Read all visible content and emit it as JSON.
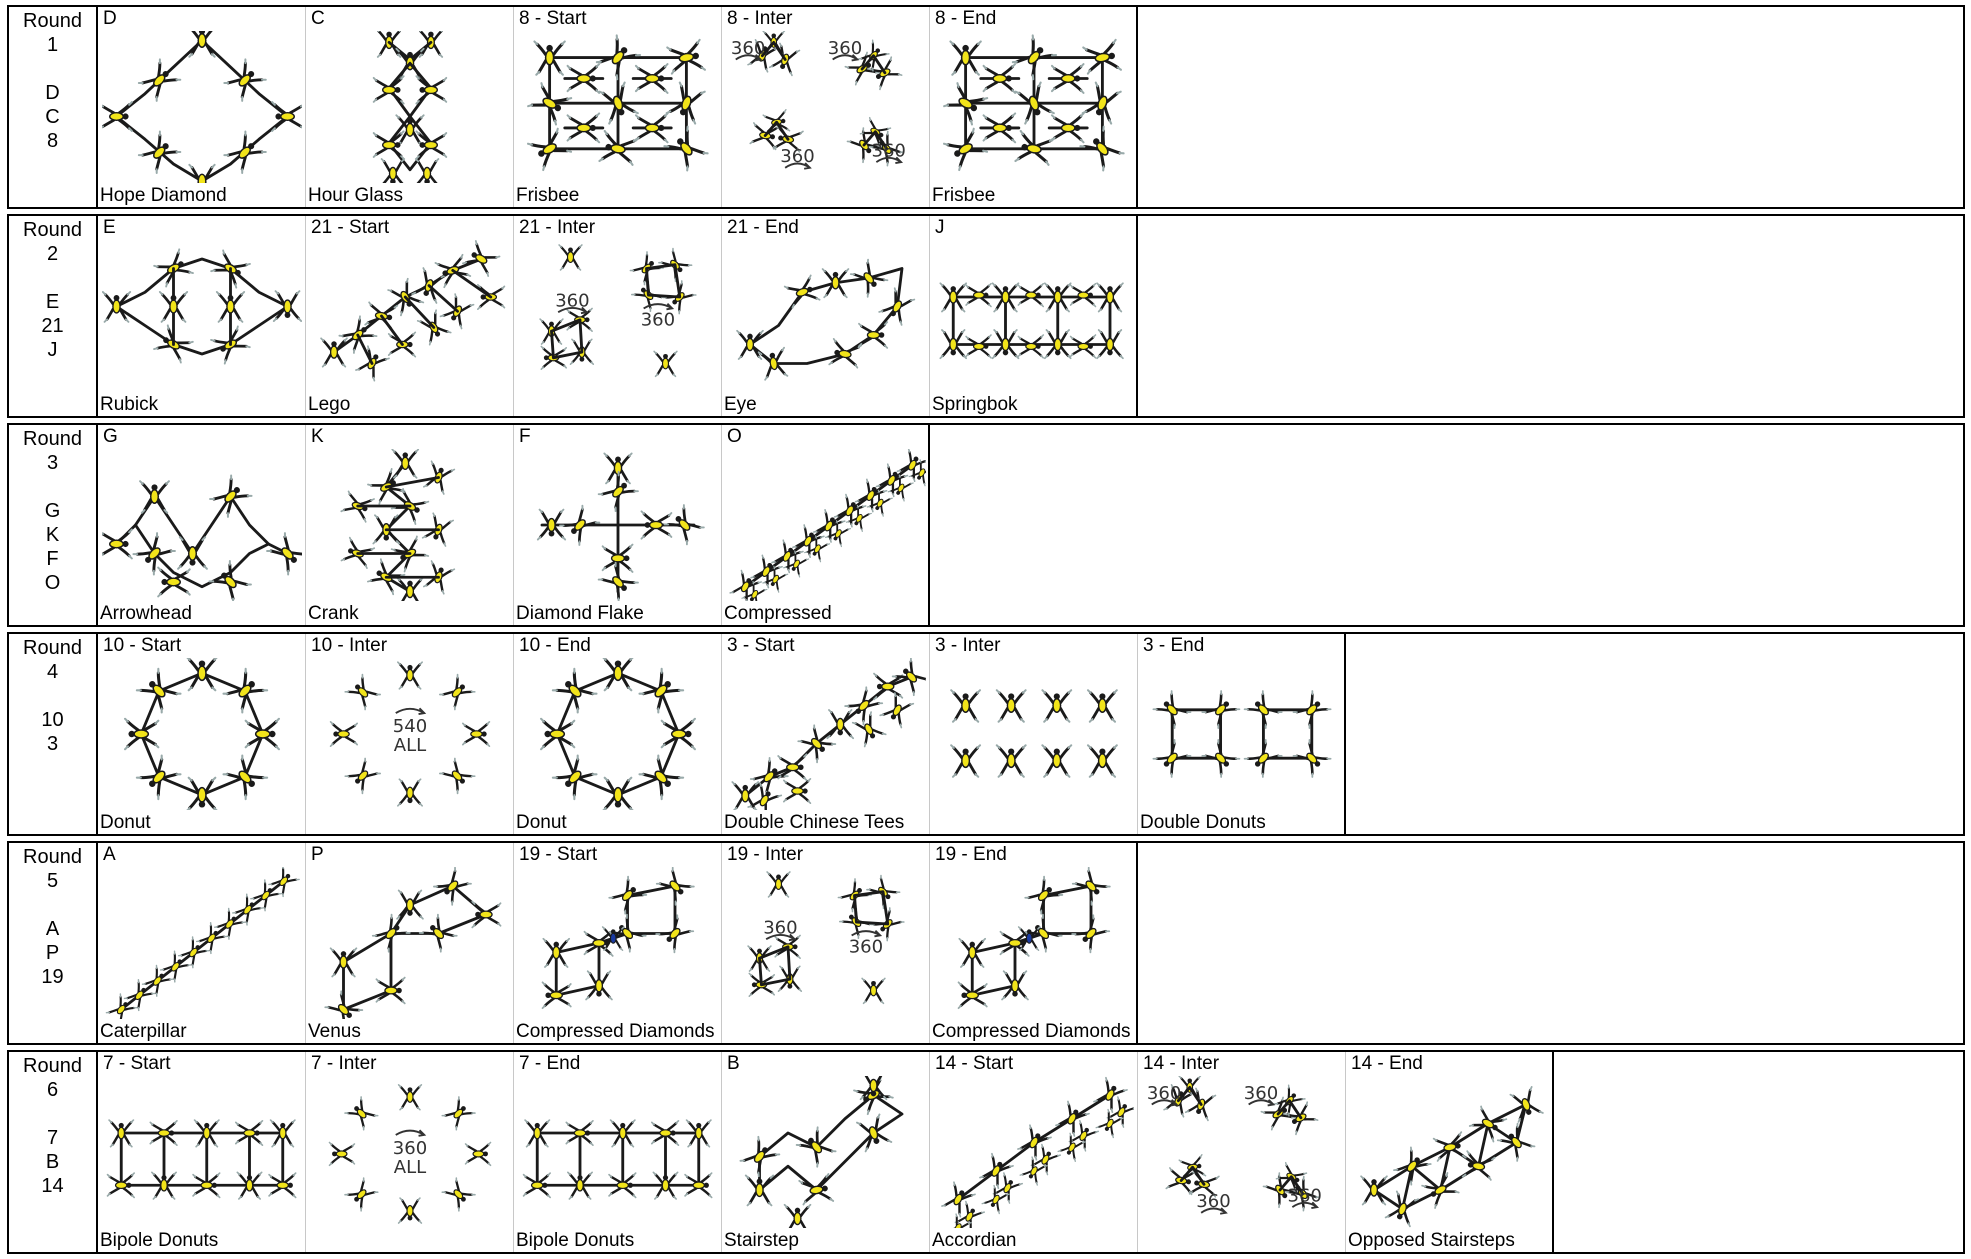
{
  "rounds": [
    {
      "label": [
        "Round",
        "1",
        "",
        "D",
        "C",
        "8"
      ],
      "cells": [
        {
          "title": "D",
          "name": "Hope Diamond",
          "icon": "hope-diamond-formation"
        },
        {
          "title": "C",
          "name": "Hour Glass",
          "icon": "hour-glass-formation"
        },
        {
          "title": "8 - Start",
          "name": "Frisbee",
          "icon": "frisbee-formation"
        },
        {
          "title": "8 - Inter",
          "name": "",
          "icon": "rotation-360-four-groups",
          "rotations": [
            "360",
            "360",
            "360",
            "360"
          ]
        },
        {
          "title": "8 - End",
          "name": "Frisbee",
          "icon": "frisbee-formation"
        }
      ]
    },
    {
      "label": [
        "Round",
        "2",
        "",
        "E",
        "21",
        "J"
      ],
      "cells": [
        {
          "title": "E",
          "name": "Rubick",
          "icon": "rubick-formation"
        },
        {
          "title": "21 - Start",
          "name": "Lego",
          "icon": "lego-formation"
        },
        {
          "title": "21 - Inter",
          "name": "",
          "icon": "rotation-360-two-groups",
          "rotations": [
            "360",
            "360"
          ]
        },
        {
          "title": "21 - End",
          "name": "Eye",
          "icon": "eye-formation"
        },
        {
          "title": "J",
          "name": "Springbok",
          "icon": "springbok-formation"
        }
      ]
    },
    {
      "label": [
        "Round",
        "3",
        "",
        "G",
        "K",
        "F",
        "O"
      ],
      "cells": [
        {
          "title": "G",
          "name": "Arrowhead",
          "icon": "arrowhead-formation"
        },
        {
          "title": "K",
          "name": "Crank",
          "icon": "crank-formation"
        },
        {
          "title": "F",
          "name": "Diamond Flake",
          "icon": "diamond-flake-formation"
        },
        {
          "title": "O",
          "name": "Compressed",
          "icon": "compressed-formation"
        }
      ]
    },
    {
      "label": [
        "Round",
        "4",
        "",
        "10",
        "3"
      ],
      "cells": [
        {
          "title": "10 - Start",
          "name": "Donut",
          "icon": "donut-formation"
        },
        {
          "title": "10 - Inter",
          "name": "",
          "icon": "rotation-540-all",
          "rotations": [
            "540",
            "ALL"
          ]
        },
        {
          "title": "10 - End",
          "name": "Donut",
          "icon": "donut-formation"
        },
        {
          "title": "3 - Start",
          "name": "Double Chinese Tees",
          "icon": "double-chinese-tees-formation"
        },
        {
          "title": "3 - Inter",
          "name": "",
          "icon": "eight-flyers-grid"
        },
        {
          "title": "3 - End",
          "name": "Double Donuts",
          "icon": "double-donuts-formation"
        }
      ]
    },
    {
      "label": [
        "Round",
        "5",
        "",
        "A",
        "P",
        "19"
      ],
      "cells": [
        {
          "title": "A",
          "name": "Caterpillar",
          "icon": "caterpillar-formation"
        },
        {
          "title": "P",
          "name": "Venus",
          "icon": "venus-formation"
        },
        {
          "title": "19 - Start",
          "name": "Compressed Diamonds",
          "icon": "compressed-diamonds-formation"
        },
        {
          "title": "19 - Inter",
          "name": "",
          "icon": "rotation-360-two-groups",
          "rotations": [
            "360",
            "360"
          ]
        },
        {
          "title": "19 - End",
          "name": "Compressed Diamonds",
          "icon": "compressed-diamonds-formation"
        }
      ]
    },
    {
      "label": [
        "Round",
        "6",
        "",
        "7",
        "B",
        "14"
      ],
      "cells": [
        {
          "title": "7 - Start",
          "name": "Bipole Donuts",
          "icon": "bipole-donuts-formation"
        },
        {
          "title": "7 - Inter",
          "name": "",
          "icon": "rotation-360-all",
          "rotations": [
            "360",
            "ALL"
          ]
        },
        {
          "title": "7 - End",
          "name": "Bipole Donuts",
          "icon": "bipole-donuts-formation"
        },
        {
          "title": "B",
          "name": "Stairstep",
          "icon": "stairstep-formation"
        },
        {
          "title": "14 - Start",
          "name": "Accordian",
          "icon": "accordian-formation"
        },
        {
          "title": "14 - Inter",
          "name": "",
          "icon": "rotation-360-four-groups",
          "rotations": [
            "360",
            "360",
            "360",
            "360"
          ]
        },
        {
          "title": "14 - End",
          "name": "Opposed Stairsteps",
          "icon": "opposed-stairsteps-formation"
        }
      ]
    }
  ],
  "colors": {
    "flyer_body": "#f2e41a",
    "flyer_limb": "#1a1a1a",
    "flyer_highlight": "#1a3aa0",
    "border": "#000000",
    "divider": "#c8c8c8"
  }
}
